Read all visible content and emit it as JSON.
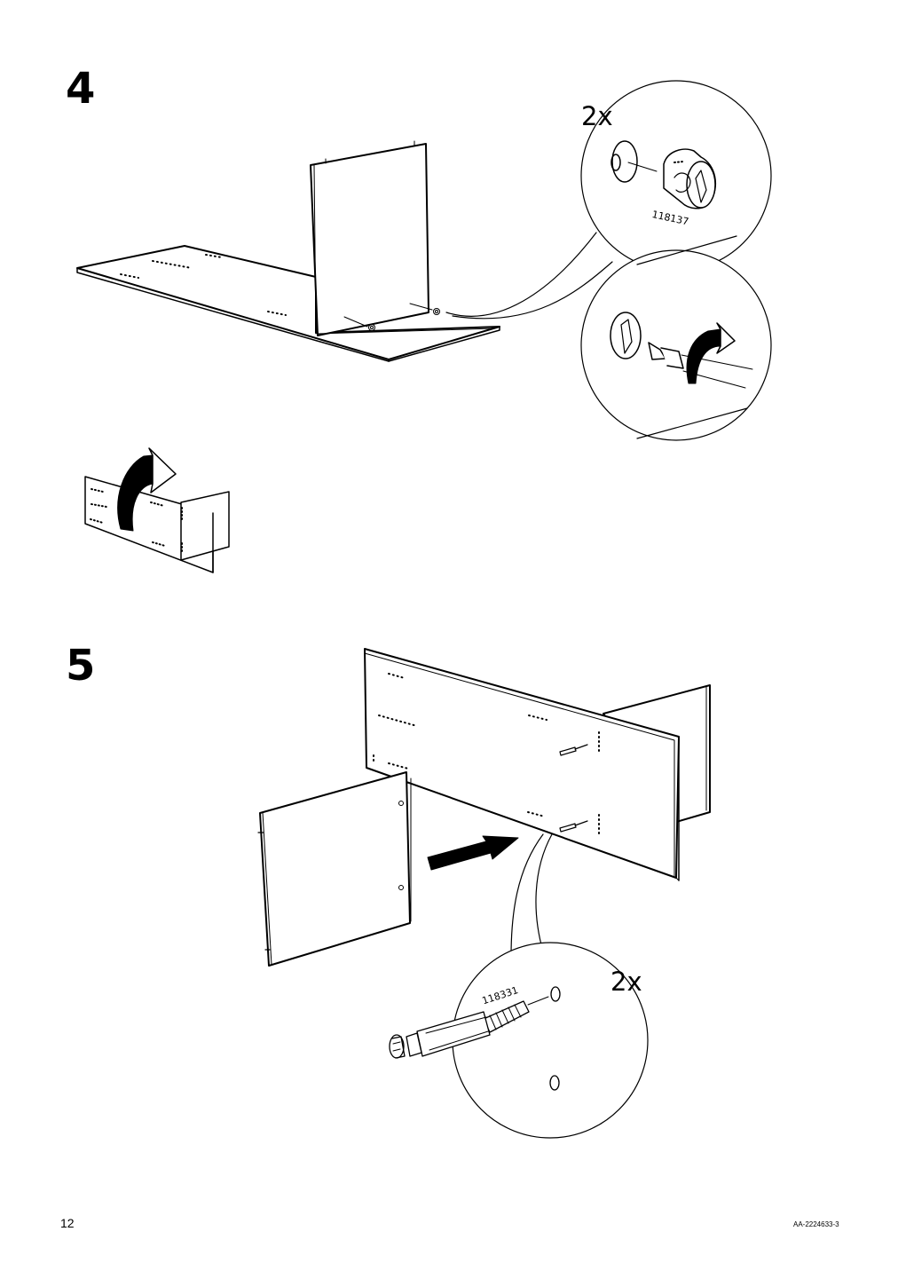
{
  "steps": [
    {
      "number": "4",
      "quantity": "2x",
      "part_number": "118137"
    },
    {
      "number": "5",
      "quantity": "2x",
      "part_number": "118331"
    }
  ],
  "footer": {
    "page_number": "12",
    "doc_code": "AA-2224633-3"
  },
  "icons": [
    "rotate-arrow-icon",
    "push-arrow-icon",
    "cam-lock-fitting-icon",
    "screwdriver-icon",
    "cam-dowel-icon"
  ]
}
